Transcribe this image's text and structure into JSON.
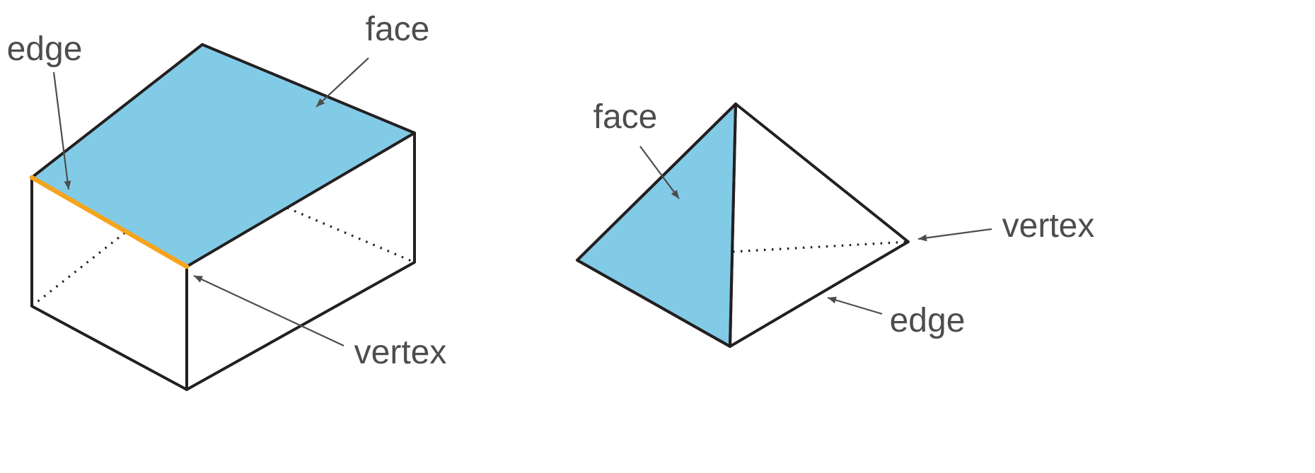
{
  "colors": {
    "background": "#ffffff",
    "outline": "#231f20",
    "face_fill": "#82cbe6",
    "edge_highlight": "#f6a41d",
    "label_text": "#4d4d4d",
    "arrow": "#4d4d4d"
  },
  "prism": {
    "edge_label": "edge",
    "face_label": "face",
    "vertex_label": "vertex"
  },
  "pyramid": {
    "face_label": "face",
    "vertex_label": "vertex",
    "edge_label": "edge"
  }
}
